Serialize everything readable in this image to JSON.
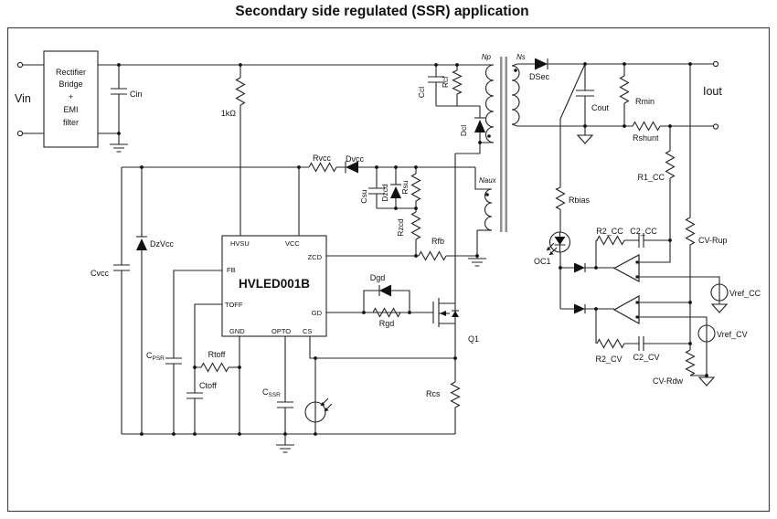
{
  "title": "Secondary side regulated (SSR) application",
  "colors": {
    "winding_label": "#4a6fb5",
    "wire": "#222222"
  },
  "input": {
    "vin": "Vin",
    "rect_line1": "Rectifier",
    "rect_line2": "Bridge",
    "rect_line3": "+",
    "rect_line4": "EMI",
    "rect_line5": "filter",
    "cin": "Cin",
    "r_1k": "1kΩ"
  },
  "vcc": {
    "rvcc": "Rvcc",
    "dvcc": "Dvcc",
    "dzvcc": "DzVcc",
    "cvcc": "Cvcc"
  },
  "startup": {
    "csu": "Csu",
    "dzcd": "Dzcd",
    "rsu": "Rsu",
    "rzcd": "Rzcd",
    "rfb": "Rfb"
  },
  "clamp": {
    "ccl": "Ccl",
    "rcl": "Rcl",
    "dcl": "Dcl"
  },
  "transformer": {
    "np": "Np",
    "ns": "Ns",
    "naux": "Naux"
  },
  "output": {
    "dsec": "DSec",
    "cout": "Cout",
    "rmin": "Rmin",
    "rshunt": "Rshunt",
    "iout": "Iout"
  },
  "feedback": {
    "r1_cc": "R1_CC",
    "rbias": "Rbias",
    "oc1": "OC1",
    "r2_cc": "R2_CC",
    "c2_cc": "C2_CC",
    "cv_rup": "CV-Rup",
    "vref_cc": "Vref_CC",
    "vref_cv": "Vref_CV",
    "r2_cv": "R2_CV",
    "c2_cv": "C2_CV",
    "cv_rdw": "CV-Rdw"
  },
  "chip": {
    "name": "HVLED001B",
    "pin_hvsu": "HVSU",
    "pin_vcc": "VCC",
    "pin_zcd": "ZCD",
    "pin_fb": "FB",
    "pin_toff": "TOFF",
    "pin_gd": "GD",
    "pin_gnd": "GND",
    "pin_opto": "OPTO",
    "pin_cs": "CS"
  },
  "bottom": {
    "cpsr_main": "C",
    "cpsr_sub": "PSR",
    "rtoff": "Rtoff",
    "ctoff": "Ctoff",
    "cssr_main": "C",
    "cssr_sub": "SSR",
    "dgd": "Dgd",
    "rgd": "Rgd",
    "q1": "Q1",
    "rcs": "Rcs"
  }
}
